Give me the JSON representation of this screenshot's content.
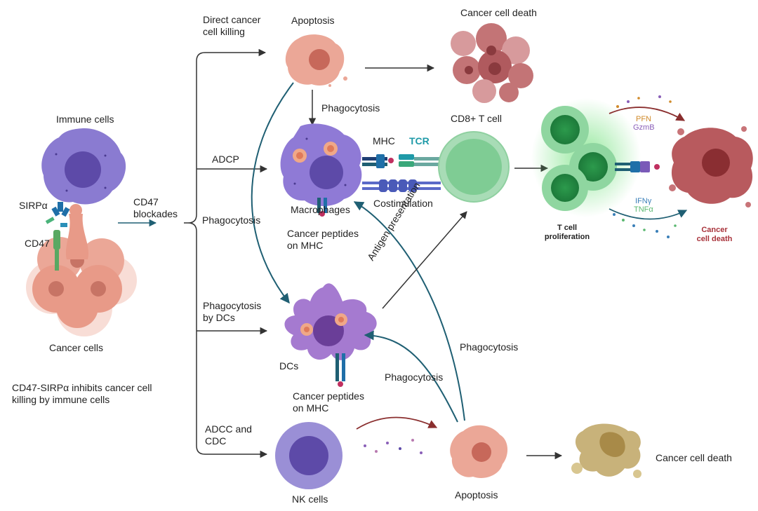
{
  "labels": {
    "immune_cells": "Immune cells",
    "cancer_cells": "Cancer cells",
    "sirpa": "SIRPα",
    "cd47": "CD47",
    "cd47_blockades": "CD47\nblockades",
    "inhibits_note": "CD47-SIRPα inhibits cancer cell\nkilling by immune cells",
    "direct_killing": "Direct cancer\ncell killing",
    "adcp": "ADCP",
    "phagocytosis_branch": "Phagocytosis",
    "phagocytosis_by_dcs": "Phagocytosis\nby DCs",
    "adcc_cdc": "ADCC and\nCDC",
    "apoptosis_top": "Apoptosis",
    "cancer_cell_death_top": "Cancer cell death",
    "phagocytosis_top": "Phagocytosis",
    "mhc": "MHC",
    "tcr": "TCR",
    "cd8_t_cell": "CD8+ T cell",
    "macrophages": "Macrophages",
    "costimulation": "Costimulation",
    "cancer_peptides_mhc_1": "Cancer peptides\non MHC",
    "antigen_presentation": "Antigen presentation",
    "dcs": "DCs",
    "cancer_peptides_mhc_2": "Cancer peptides\non MHC",
    "phagocytosis_mid": "Phagocytosis",
    "phagocytosis_low": "Phagocytosis",
    "nk_cells": "NK cells",
    "apoptosis_bottom": "Apoptosis",
    "cancer_cell_death_bottom": "Cancer cell death",
    "t_cell_proliferation": "T cell\nproliferation",
    "pfn": "PFN",
    "gzmb": "GzmB",
    "ifng": "IFNγ",
    "tnfa": "TNFα",
    "cancer_cell_death_right": "Cancer\ncell death"
  },
  "colors": {
    "arrow": "#333333",
    "teal_arrow": "#1f5f73",
    "maroon_arrow": "#8a2e2e",
    "immune_cell": "#8a7bd1",
    "macrophage": "#8f7ad6",
    "dc": "#a57ad0",
    "nk_cell": "#9a8fd6",
    "cancer_cell": "#e8a090",
    "dead_cell": "#b05a5e",
    "t_cell": "#7fd49a",
    "gold_debris": "#c8b27a",
    "tcr_text": "#1f9aa8",
    "cancer_death_text": "#a8323a",
    "pfn_text": "#d08a2a",
    "gzmb_text": "#8a5fb8",
    "ifng_text": "#3a7fb8",
    "tnfa_text": "#5ab870"
  }
}
